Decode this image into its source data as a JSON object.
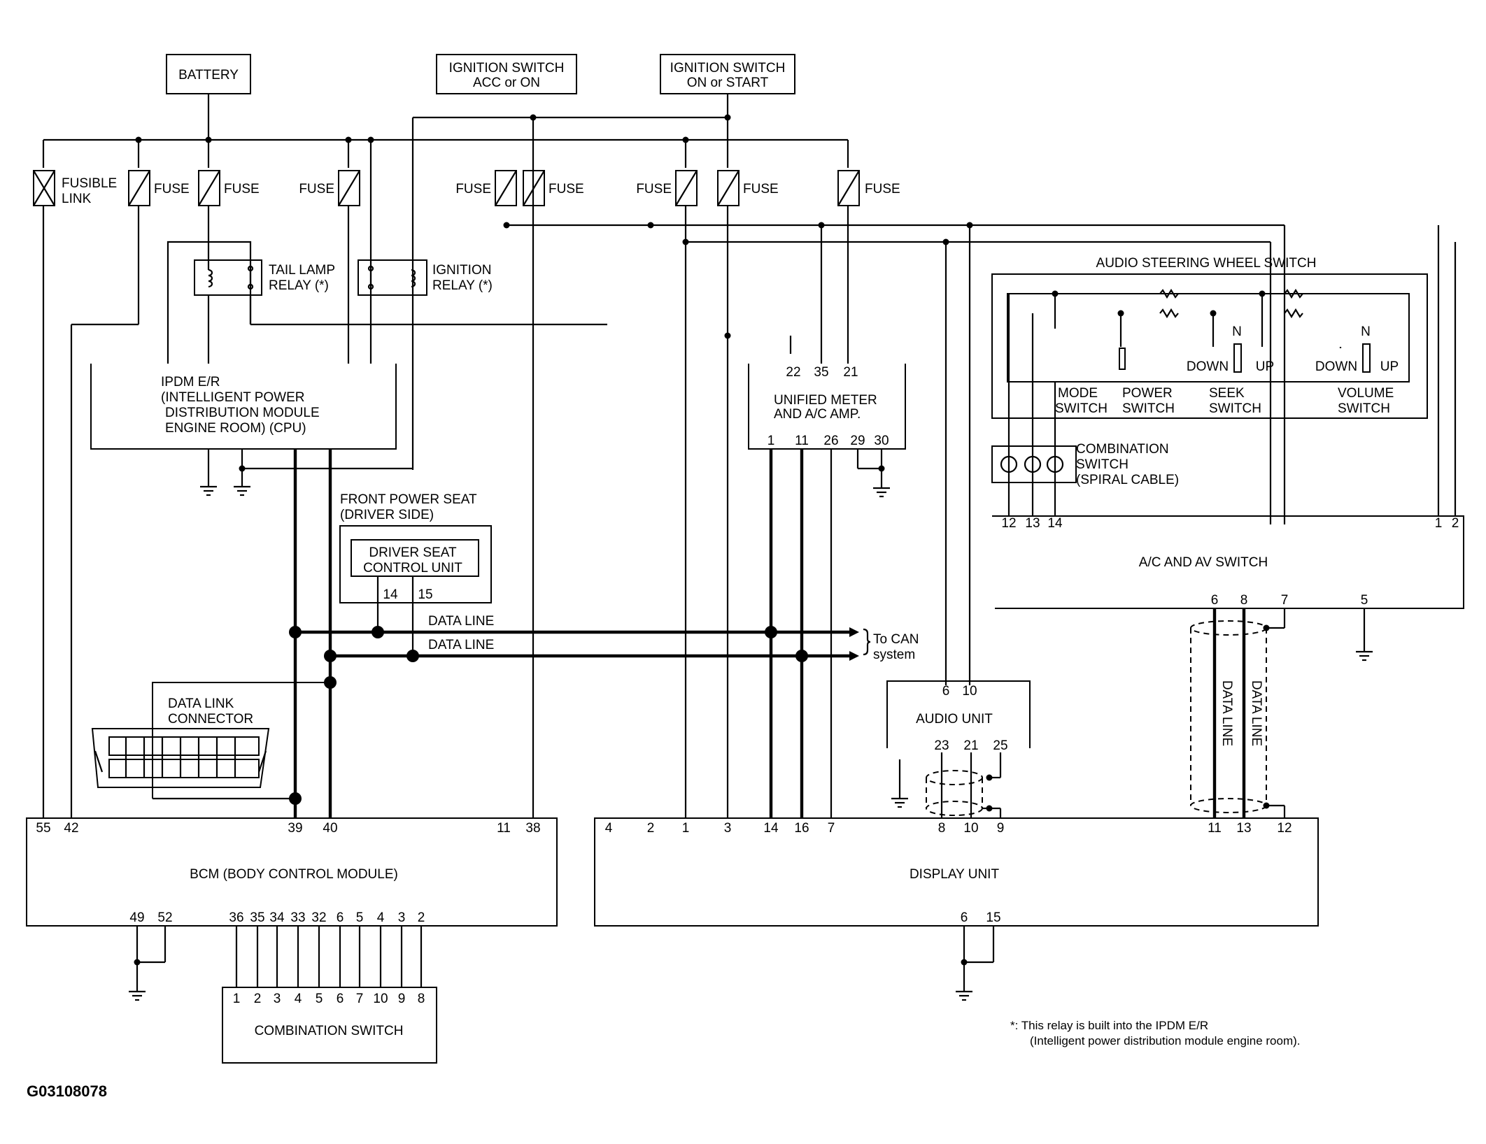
{
  "sources": {
    "battery": "BATTERY",
    "ign_acc_1": "IGNITION SWITCH",
    "ign_acc_2": "ACC or ON",
    "ign_on_1": "IGNITION SWITCH",
    "ign_on_2": "ON or START"
  },
  "fuses": {
    "fusible_1": "FUSIBLE",
    "fusible_2": "LINK",
    "fuse": "FUSE"
  },
  "relays": {
    "tail_1": "TAIL LAMP",
    "tail_2": "RELAY (*)",
    "ign_1": "IGNITION",
    "ign_2": "RELAY (*)"
  },
  "ipdm": {
    "line1": "IPDM E/R",
    "line2": "(INTELLIGENT POWER",
    "line3": "DISTRIBUTION MODULE",
    "line4": "ENGINE ROOM) (CPU)"
  },
  "meter": {
    "line1": "UNIFIED METER",
    "line2": "AND A/C AMP.",
    "top_pins": [
      "22",
      "35",
      "21"
    ],
    "bottom_pins": [
      "1",
      "11",
      "26",
      "29",
      "30"
    ]
  },
  "steering": {
    "title": "AUDIO STEERING WHEEL SWITCH",
    "mode_1": "MODE",
    "mode_2": "SWITCH",
    "power_1": "POWER",
    "power_2": "SWITCH",
    "seek_1": "SEEK",
    "seek_2": "SWITCH",
    "volume_1": "VOLUME",
    "volume_2": "SWITCH",
    "down": "DOWN",
    "up": "UP",
    "n": "N"
  },
  "combination_spiral": {
    "line1": "COMBINATION",
    "line2": "SWITCH",
    "line3": "(SPIRAL CABLE)"
  },
  "acav": {
    "title": "A/C AND AV SWITCH",
    "left_pins": [
      "12",
      "13",
      "14"
    ],
    "right_pins": [
      "1",
      "2"
    ],
    "bottom_pins": [
      "6",
      "8",
      "7",
      "5"
    ]
  },
  "seat": {
    "outer_1": "FRONT POWER SEAT",
    "outer_2": "(DRIVER SIDE)",
    "inner_1": "DRIVER SEAT",
    "inner_2": "CONTROL UNIT",
    "pins": [
      "14",
      "15"
    ]
  },
  "data_lines": {
    "line_a": "DATA LINE",
    "line_b": "DATA LINE",
    "to_can_1": "To CAN",
    "to_can_2": "system"
  },
  "dlc": {
    "line1": "DATA LINK",
    "line2": "CONNECTOR"
  },
  "audio": {
    "title": "AUDIO UNIT",
    "top_pins": [
      "6",
      "10"
    ],
    "bottom_pins": [
      "23",
      "21",
      "25"
    ]
  },
  "bcm": {
    "title": "BCM (BODY CONTROL MODULE)",
    "top_pins": [
      "55",
      "42",
      "39",
      "40",
      "11",
      "38"
    ],
    "bottom_pins": [
      "49",
      "52",
      "36",
      "35",
      "34",
      "33",
      "32",
      "6",
      "5",
      "4",
      "3",
      "2"
    ]
  },
  "display": {
    "title": "DISPLAY UNIT",
    "top_pins": [
      "4",
      "2",
      "1",
      "3",
      "14",
      "16",
      "7",
      "8",
      "10",
      "9",
      "11",
      "13",
      "12"
    ],
    "bottom_pins": [
      "6",
      "15"
    ],
    "data_line": "DATA LINE"
  },
  "comb_switch": {
    "title": "COMBINATION SWITCH",
    "pins": [
      "1",
      "2",
      "3",
      "4",
      "5",
      "6",
      "7",
      "10",
      "9",
      "8"
    ]
  },
  "footnote": {
    "line1": "*: This relay is built into the IPDM E/R",
    "line2": "(Intelligent power distribution module engine room)."
  },
  "figure_code": "G03108078"
}
